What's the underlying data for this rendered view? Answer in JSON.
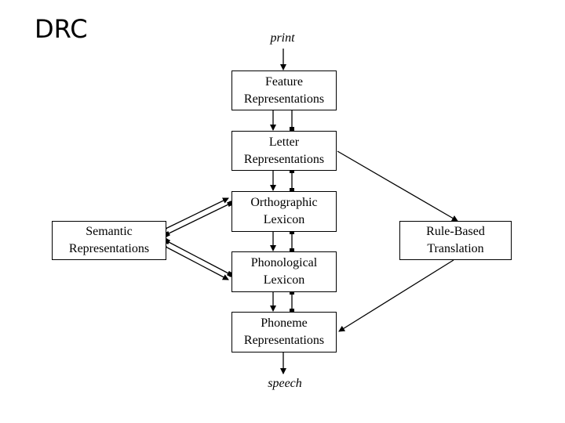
{
  "title": "DRC",
  "input_label": "print",
  "output_label": "speech",
  "nodes": {
    "feature": "Feature\nRepresentations",
    "letter": "Letter\nRepresentations",
    "orthographic": "Orthographic\nLexicon",
    "phonological": "Phonological\nLexicon",
    "phoneme": "Phoneme\nRepresentations",
    "semantic": "Semantic\nRepresentations",
    "rule_based": "Rule-Based\nTranslation"
  }
}
